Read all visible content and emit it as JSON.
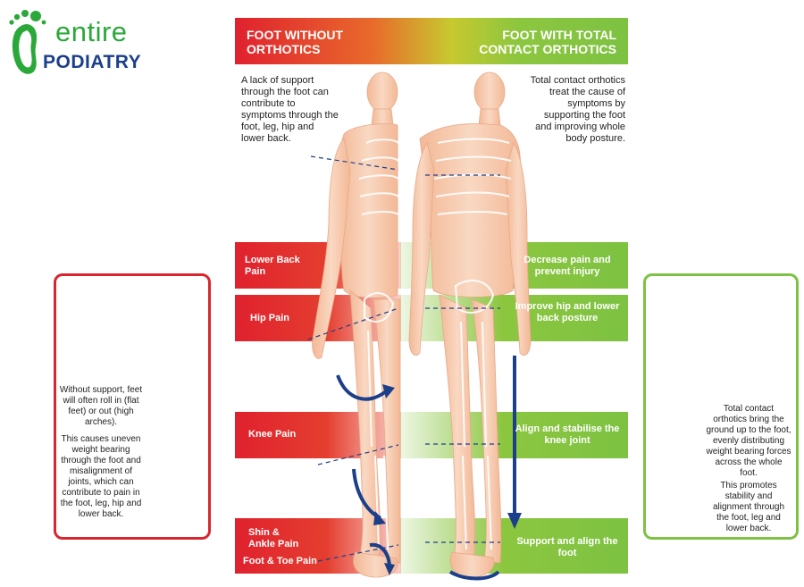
{
  "logo": {
    "line1": "entire",
    "line2": "PODIATRY"
  },
  "header": {
    "left": "FOOT WITHOUT ORTHOTICS",
    "right": "FOOT WITH TOTAL CONTACT ORTHOTICS"
  },
  "intro": {
    "left": "A lack of support through the foot can contribute to symptoms through the foot, leg, hip and lower back.",
    "right": "Total contact orthotics treat the cause of symptoms by supporting the foot and improving whole body posture."
  },
  "symptoms": {
    "lower_back": "Lower Back Pain",
    "hip": "Hip Pain",
    "knee": "Knee Pain",
    "shin_ankle": "Shin & Ankle Pain",
    "foot_toe": "Foot & Toe Pain"
  },
  "benefits": {
    "lower_back": "Decrease pain and prevent injury",
    "hip": "Improve hip and lower back posture",
    "knee": "Align and stabilise the knee joint",
    "foot": "Support and align the foot"
  },
  "left_box": {
    "p1": "Without support, feet will often roll in (flat feet) or out (high arches).",
    "p2": "This causes uneven weight bearing through the foot and misalignment of joints, which can contribute to pain in the foot, leg, hip and lower back."
  },
  "right_box": {
    "p1": "Total contact orthotics bring the ground up to the foot, evenly distributing weight bearing forces across the whole foot.",
    "p2": "This promotes stability and alignment through the foot, leg and lower back."
  },
  "colors": {
    "red": "#e0212e",
    "green": "#7dc242",
    "navy": "#1c3f8a",
    "skin": "#f6c7a6"
  }
}
